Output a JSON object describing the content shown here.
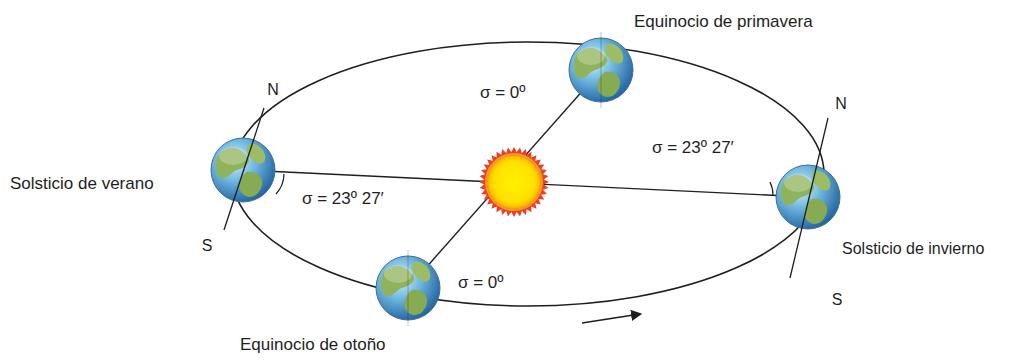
{
  "diagram": {
    "labels": [
      "Equinocio de primavera",
      "N",
      "N",
      "σ = 0º",
      "σ = 23º 27′",
      "Solsticio de verano",
      "σ = 23º 27′",
      "Solsticio de invierno",
      "S",
      "S",
      "σ = 0º",
      "Equinocio de otoño"
    ]
  }
}
